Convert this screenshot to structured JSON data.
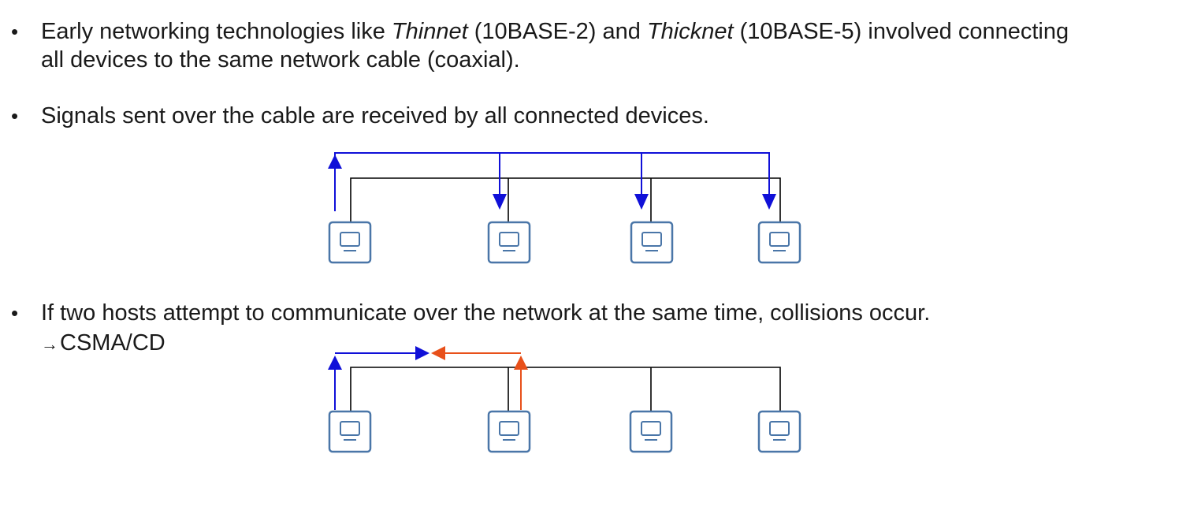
{
  "bullets": {
    "b1": {
      "before_thinnet": "Early networking technologies like ",
      "thinnet": "Thinnet",
      "thinnet_code": " (10BASE-2) and ",
      "thicknet": "Thicknet",
      "thicknet_code": " (10BASE-5) involved connecting",
      "line2": "all devices to the same network cable (coaxial)."
    },
    "b2": {
      "text": "Signals sent over the cable are received by all connected devices."
    },
    "b3": {
      "text": "If two hosts attempt to communicate over the network at the same time, collisions occur.",
      "arrow": "→",
      "sub": "CSMA/CD"
    },
    "bullet_symbol": "•"
  },
  "colors": {
    "blue_signal": "#1010d8",
    "orange_signal": "#e8501a",
    "cable": "#000000",
    "host_border": "#4a76a8",
    "host_icon": "#4a76a8"
  },
  "diagrams": {
    "broadcast": {
      "host_count": 4,
      "sender_host": 1,
      "receivers": [
        2,
        3,
        4
      ]
    },
    "collision": {
      "host_count": 4,
      "senders": [
        1,
        2
      ]
    }
  }
}
